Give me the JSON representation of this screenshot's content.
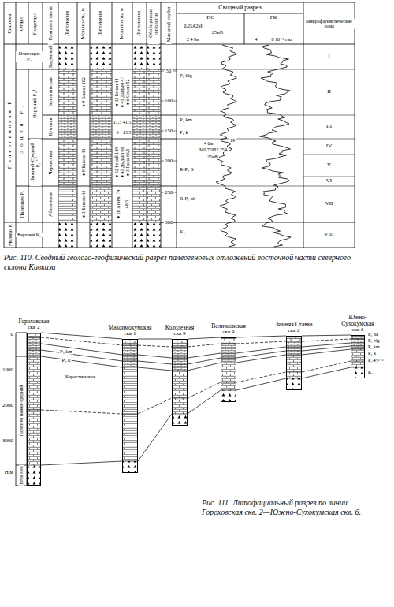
{
  "diagram": {
    "caption": "Рис. 110. Сводный геолого-геофизический разрез палеогеновых отложений восточной части северного склона Кавказа",
    "nodes": [
      {
        "text": [
          "Гороховская",
          "скв 2"
        ]
      },
      {
        "text": [
          "Максимокумская",
          "скв 1"
        ]
      },
      {
        "text": [
          "Колодезная",
          "скв 9"
        ]
      },
      {
        "text": [
          "Величаевская",
          "скв 9"
        ]
      },
      {
        "text": [
          "Зимняя Ставка",
          "скв 2"
        ]
      },
      {
        "text": [
          "Южно-Сухокумская",
          "скв 6"
        ]
      }
    ],
    "labels": [
      "Система",
      "Отдел",
      "Подотдел",
      "Горизонт, свита",
      "Литология",
      "Мощность, м",
      "Литология",
      "Мощность, м",
      "Литология",
      "Обобщенная литология",
      "Масштаб глубин",
      "Сводный разрез",
      "ПС",
      "ГК",
      "0,25А2М",
      "25мВ",
      "2 4 0м",
      "4",
      "8 10⁻⁶ г/кг",
      "Микрофаунистические зоны",
      "Палеогеновая P",
      "Меловая K",
      "Олигоцен P₃",
      "Эоцен P₂",
      "Палеоцен P₁",
      "Верхний K₂",
      "Верхний P₂³",
      "Нижний-Средний P₂¹⁺²",
      "Хадумский",
      "Белоглинская",
      "Кумская",
      "Черкесская",
      "Абазинская",
      "● 9 Баксан 102",
      "● 9 Баксан 40",
      "● 3 Баксан 43",
      "● 32 Бенои 44",
      "● 45 Дыдым 47",
      "● 6 Селли 52",
      "11,5",
      "41,5",
      "6",
      "13,5",
      "● 32 Беной 149",
      "● 45 Дыдым 66",
      "● 3 Гаша 66,5",
      "● 26 Аничс 74",
      "48,5",
      "50",
      "100",
      "150",
      "200",
      "250",
      "300",
      "P₂ blg",
      "P₂ km",
      "P₂ k",
      "4 0м",
      "19",
      "М0,75М2,25А",
      "25мВ",
      "R-P₂ S",
      "R-P₁ ab",
      "K₂",
      "I",
      "II",
      "III",
      "IV",
      "V",
      "VI",
      "VII",
      "VIII",
      "0",
      "1000",
      "2000",
      "3000",
      "Н,м",
      "Палеоген нижне-средний",
      "Верх мел",
      "P₂ km",
      "P₂ k",
      "Керестинская",
      "P₃ hd",
      "P₂ blg",
      "P₂ km",
      "P₂ k",
      "P₁-P₂¹⁺²",
      "K₂",
      "Рис. 111. Литофациальный разрез по линии Гороховская скв. 2—Южно-Сухокумская скв. 6."
    ]
  }
}
